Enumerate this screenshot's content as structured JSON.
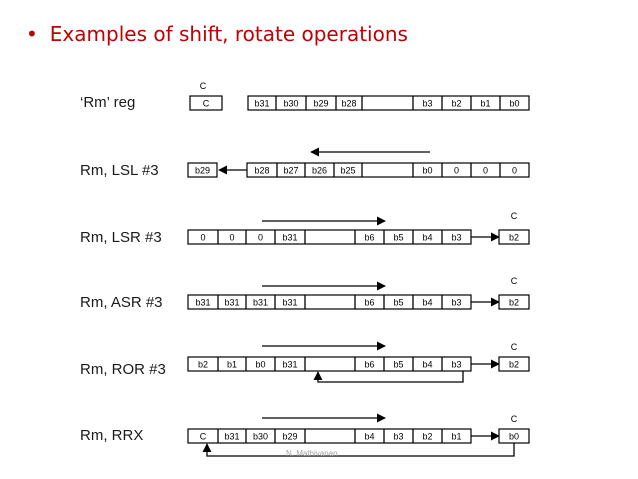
{
  "slide": {
    "title": "Examples of shift, rotate operations",
    "bullet": "•",
    "footer": "N. Mathivanan"
  },
  "rows": [
    {
      "label": "‘Rm’ reg",
      "c_caption": "C",
      "cells": [
        "C",
        "b31",
        "b30",
        "b29",
        "b28",
        "",
        "b3",
        "b2",
        "b1",
        "b0"
      ]
    },
    {
      "label": "Rm, LSL #3",
      "cells": [
        "b29",
        "b28",
        "b27",
        "b26",
        "b25",
        "",
        "b0",
        "0",
        "0",
        "0"
      ],
      "shift_direction": "left"
    },
    {
      "label": "Rm, LSR #3",
      "c_caption": "C",
      "cells": [
        "0",
        "0",
        "0",
        "b31",
        "",
        "b6",
        "b5",
        "b4",
        "b3",
        "b2"
      ],
      "shift_direction": "right"
    },
    {
      "label": "Rm, ASR #3",
      "c_caption": "C",
      "cells": [
        "b31",
        "b31",
        "b31",
        "b31",
        "",
        "b6",
        "b5",
        "b4",
        "b3",
        "b2"
      ],
      "shift_direction": "right"
    },
    {
      "label": "Rm, ROR #3",
      "c_caption": "C",
      "cells": [
        "b2",
        "b1",
        "b0",
        "b31",
        "",
        "b6",
        "b5",
        "b4",
        "b3",
        "b2"
      ],
      "shift_direction": "right",
      "wraps_around": true
    },
    {
      "label": "Rm, RRX",
      "c_caption": "C",
      "cells": [
        "C",
        "b31",
        "b30",
        "b29",
        "",
        "b4",
        "b3",
        "b2",
        "b1",
        "b0"
      ],
      "shift_direction": "right",
      "wraps_around": true
    }
  ]
}
